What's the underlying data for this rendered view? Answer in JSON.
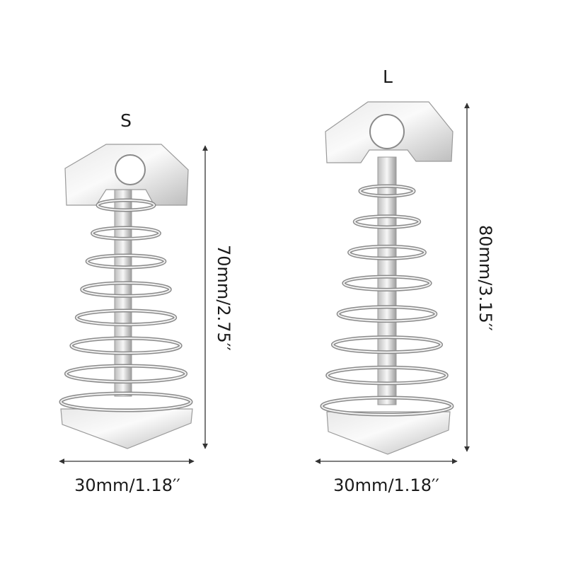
{
  "products": {
    "small": {
      "label": "S",
      "width_label": "30mm/1.18′′",
      "height_label": "70mm/2.75′′",
      "spring_turns": 8
    },
    "large": {
      "label": "L",
      "width_label": "30mm/1.18′′",
      "height_label": "80mm/3.15′′",
      "spring_turns": 8
    }
  },
  "colors": {
    "metal_light": "#f3f3f3",
    "metal_mid": "#cfcfcf",
    "metal_dark": "#8a8a8a",
    "line": "#333333",
    "text": "#1a1a1a"
  }
}
